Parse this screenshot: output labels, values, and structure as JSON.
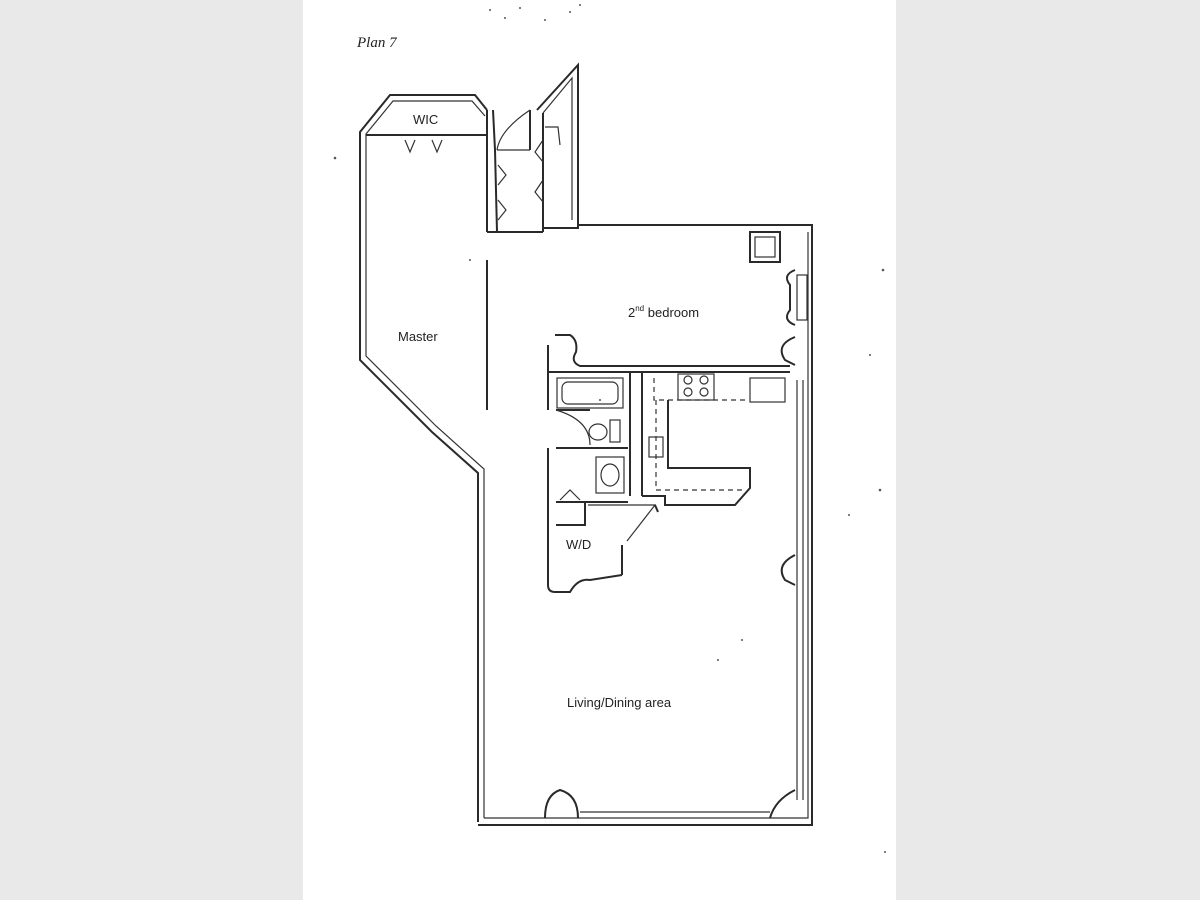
{
  "plan": {
    "title": "Plan 7",
    "rooms": {
      "wic": "WIC",
      "master": "Master",
      "second_bedroom_ordinal": "2",
      "second_bedroom_suffix": "nd",
      "second_bedroom_name": " bedroom",
      "wd": "W/D",
      "living_dining": "Living/Dining area"
    }
  },
  "colors": {
    "background": "#e9e9e9",
    "paper": "#ffffff",
    "ink": "#2a2a2a"
  }
}
